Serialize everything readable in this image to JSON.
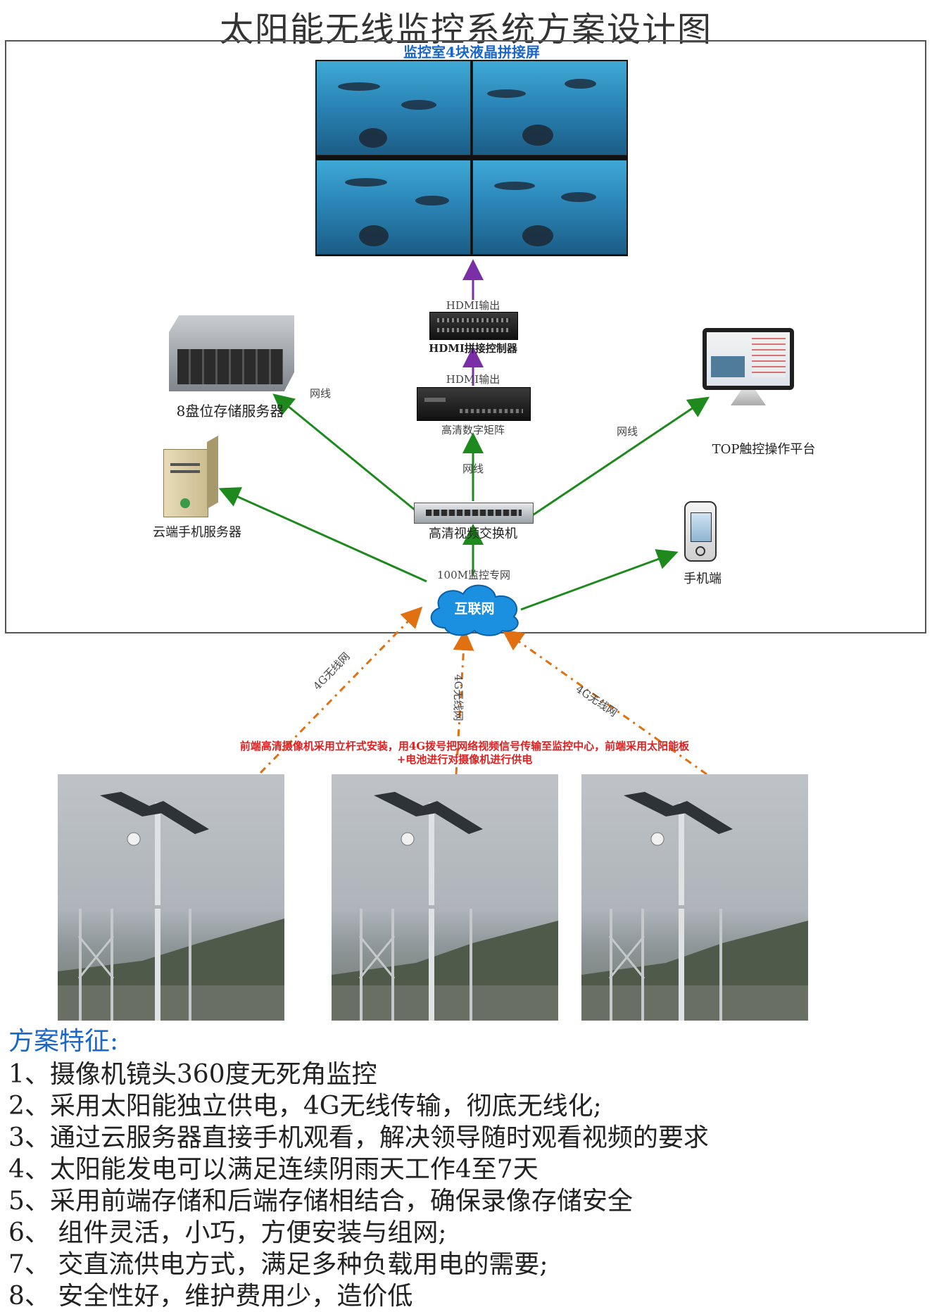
{
  "title": "太阳能无线监控系统方案设计图",
  "video_wall": {
    "label": "监控室4块液晶拼接屏"
  },
  "nodes": {
    "hdmi_out_top": "HDMI输出",
    "hdmi_controller": "HDMI拼接控制器",
    "hdmi_out_bottom": "HDMI输出",
    "matrix": "高清数字矩阵",
    "storage_server": "8盘位存储服务器",
    "cloud_server": "云端手机服务器",
    "switch": "高清视频交换机",
    "touch_platform": "TOP触控操作平台",
    "mobile": "手机端",
    "monitor_net": "100M监控专网",
    "internet": "互联网"
  },
  "edge_labels": {
    "net_left": "网线",
    "net_center": "网线",
    "net_right": "网线",
    "wireless_left": "4G无线网",
    "wireless_center": "4G无线网",
    "wireless_right": "4G无线网"
  },
  "note": {
    "line1": "前端高清摄像机采用立杆式安装，用4G拨号把网络视频信号传输至监控中心，前端采用太阳能板",
    "line2": "+电池进行对摄像机进行供电"
  },
  "features": {
    "title": "方案特征:",
    "items": [
      "1、摄像机镜头360度无死角监控",
      "2、采用太阳能独立供电，4G无线传输，彻底无线化;",
      "3、通过云服务器直接手机观看，解决领导随时观看视频的要求",
      "4、太阳能发电可以满足连续阴雨天工作4至7天",
      "5、采用前端存储和后端存储相结合，确保录像存储安全",
      "6、  组件灵活，小巧，方便安装与组网;",
      "7、  交直流供电方式，满足多种负载用电的需要;",
      "8、  安全性好，维护费用少，造价低"
    ]
  },
  "colors": {
    "network_arrow": "#1e8a1e",
    "hdmi_arrow": "#7a2fa6",
    "wireless_arrow": "#e07010",
    "accent_blue": "#1a66c9",
    "note_red": "#e02020"
  }
}
